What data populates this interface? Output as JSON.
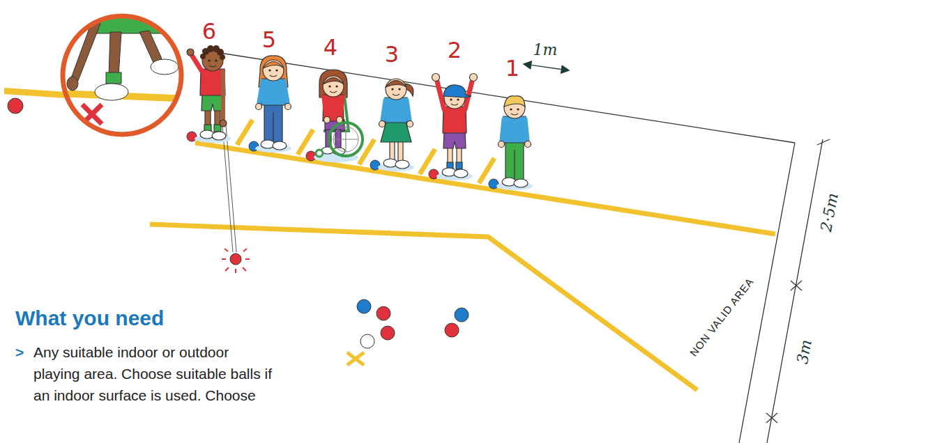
{
  "diagram": {
    "title": "What you need",
    "labels": [
      "6",
      "5",
      "4",
      "3",
      "2",
      "1",
      "1m",
      "2·5m",
      "3m",
      "NON VALID AREA",
      ">",
      "Any suitable indoor or outdoor playing area. Choose suitable balls if an indoor surface is used. Choose"
    ]
  }
}
